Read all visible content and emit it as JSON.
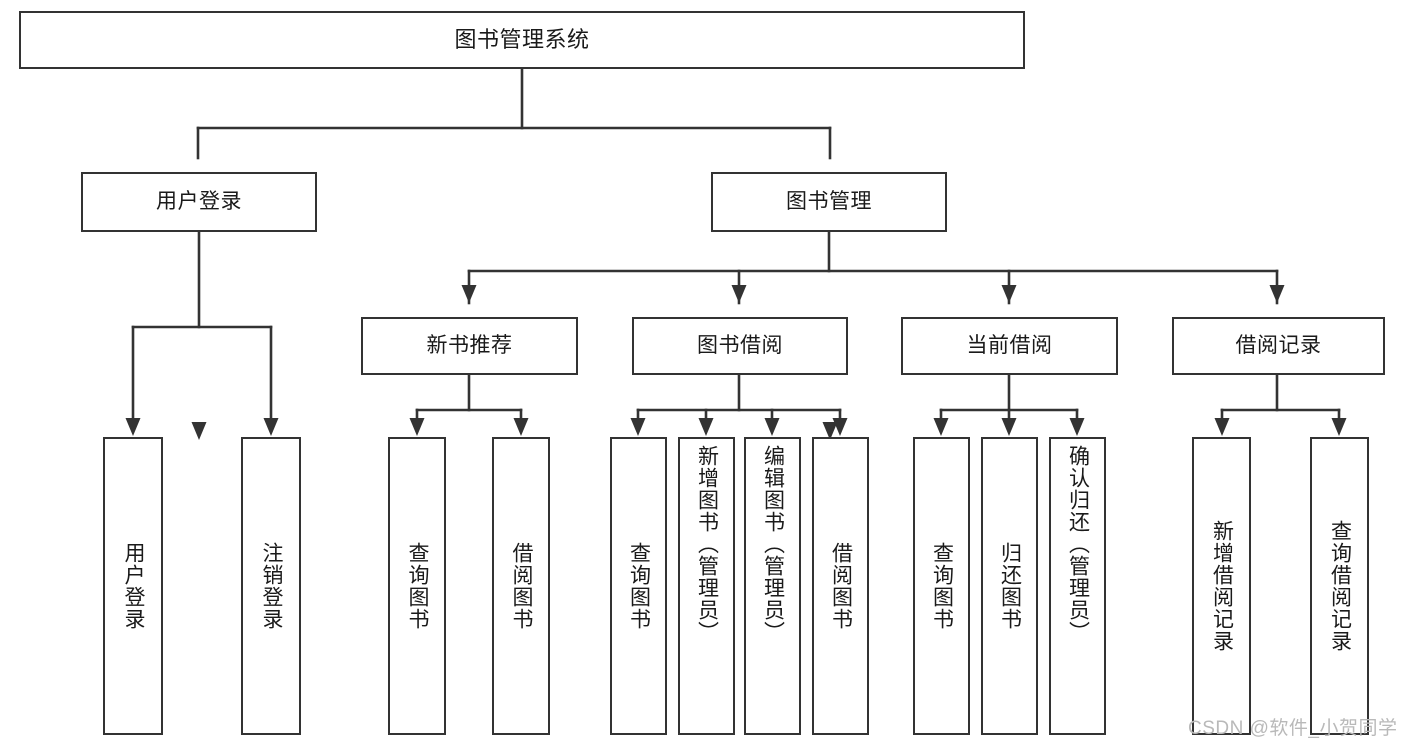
{
  "diagram": {
    "title": "图书管理系统",
    "type": "tree",
    "root": {
      "label": "图书管理系统"
    },
    "level1": [
      {
        "label": "用户登录"
      },
      {
        "label": "图书管理"
      }
    ],
    "level2": [
      {
        "label": "新书推荐"
      },
      {
        "label": "图书借阅"
      },
      {
        "label": "当前借阅"
      },
      {
        "label": "借阅记录"
      }
    ],
    "leaves": {
      "user_login": [
        {
          "label": "用户登录"
        },
        {
          "label": "注销登录"
        }
      ],
      "new_book_recommend": [
        {
          "label": "查询图书"
        },
        {
          "label": "借阅图书"
        }
      ],
      "book_borrow": [
        {
          "label": "查询图书"
        },
        {
          "label": "新增图书（管理员）"
        },
        {
          "label": "编辑图书（管理员）"
        },
        {
          "label": "借阅图书"
        }
      ],
      "current_borrow": [
        {
          "label": "查询图书"
        },
        {
          "label": "归还图书"
        },
        {
          "label": "确认归还（管理员）"
        }
      ],
      "borrow_record": [
        {
          "label": "新增借阅记录"
        },
        {
          "label": "查询借阅记录"
        }
      ]
    }
  },
  "watermark": {
    "text": "CSDN @软件_小贺同学"
  },
  "colors": {
    "node_border": "#333333",
    "node_fill": "#ffffff",
    "connector": "#333333",
    "text": "#1a1a1a",
    "watermark": "#b9b9b9"
  }
}
